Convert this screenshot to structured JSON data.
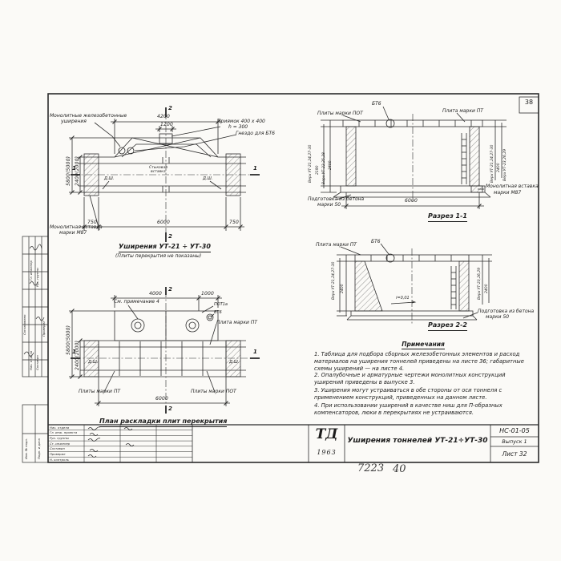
{
  "sheet": {
    "page_number": "38",
    "handwritten_number": "7223",
    "handwritten_sheet": "40"
  },
  "axis": {
    "a1": "1",
    "a2": "2"
  },
  "plan_top": {
    "title": "Уширения УТ-21 ÷ УТ-30",
    "subtitle": "(Плиты перекрытия не показаны)",
    "monolithic_line1": "Монолитные железобетонные",
    "monolithic_line2": "уширения",
    "pit_line1": "Приямок 400 х 400",
    "pit_line2": "h = 300",
    "nest": "Гнездо для БТ6",
    "joint_line1": "Стыковая",
    "joint_line2": "вставка",
    "insert_line1": "Монолитная вставка",
    "insert_line2": "марки М87",
    "dim_width": "4200",
    "dim_pit": "1200",
    "dim_750_left": "750",
    "dim_6000": "6000",
    "dim_750_right": "750",
    "dim_outer": "5800(5000)",
    "dim_inner": "2400(2000)",
    "def_joint": "Д.Ш."
  },
  "section_1": {
    "title": "Разрез 1-1",
    "bt6": "БТ6",
    "slabs_pot": "Плиты марки ПОТ",
    "slab_pt": "Плита марки ПТ",
    "prep_line1": "Подготовка из бетона",
    "prep_line2": "марки 50",
    "insert_line1": "Монолитная вставка",
    "insert_line2": "марки М87",
    "dim_6000": "6000",
    "lvl_group1": "Верх УТ-21,24,27-30",
    "lvl_group2": "Верх УТ-22,25,28",
    "lvl_group3": "Верх УТ-23,26,29",
    "dim_2400": "2400",
    "dim_2190": "2190"
  },
  "section_2": {
    "title": "Разрез 2-2",
    "slab_pt": "Плита марки ПТ",
    "bt6": "БТ6",
    "slope": "i=0,01",
    "prep_line1": "Подготовка из бетона",
    "prep_line2": "марки 50",
    "lvl_group1": "Верх УТ-21,24,27-30",
    "lvl_group3": "Верх УТ-23,26,29",
    "dim_2400": "2400"
  },
  "plan_bottom": {
    "title": "План раскладки плит перекрытия",
    "see_note": "См. примечание 4",
    "pot1a": "ПОТ1а",
    "bt6": "БТ6",
    "slab_pt": "Плита марки ПТ",
    "slabs_pt": "Плиты марки ПТ",
    "slabs_pot": "Плиты марки ПОТ",
    "dim_4000": "4000",
    "dim_1000": "1000",
    "dim_6000": "6000",
    "dim_outer": "5800(5000)",
    "dim_inner": "2400(2000)",
    "def_joint": "Д.Ш."
  },
  "notes": {
    "heading": "Примечания",
    "items": [
      "1. Таблица для подбора сборных железобетонных элементов и расход материалов на уширения тоннелей приведены на листе 36; габаритные схемы уширений — на листе 4.",
      "2. Опалубочные и арматурные чертежи монолитных конструкций уширений приведены в выпуске 3.",
      "3. Уширения могут устраиваться в обе стороны от оси тоннеля с применением конструкций, приведенных на данном листе.",
      "4. При использовании уширений в качестве ниш для П-образных компенсаторов, люки в перекрытиях не устраиваются."
    ]
  },
  "title_block": {
    "logo_top": "ТД",
    "logo_year": "1963",
    "doc_title": "Уширения тоннелей УТ-21÷УТ-30",
    "series": "НС-01-05",
    "issue": "Выпуск 1",
    "sheet": "Лист 32",
    "sign_rows": [
      "Нач. отдела",
      "Гл. инж. проекта",
      "Рук. группы",
      "Ст. инженер",
      "Составил",
      "Проверил",
      "Н. контроль"
    ]
  },
  "margin": {
    "upper": [
      "Согласовано",
      "Гл. инженер",
      "Нач. отдела",
      "Рук. группы",
      "Составил",
      "Проверил"
    ],
    "lower": [
      "Инв. № подл.",
      "Подп. и дата"
    ]
  }
}
